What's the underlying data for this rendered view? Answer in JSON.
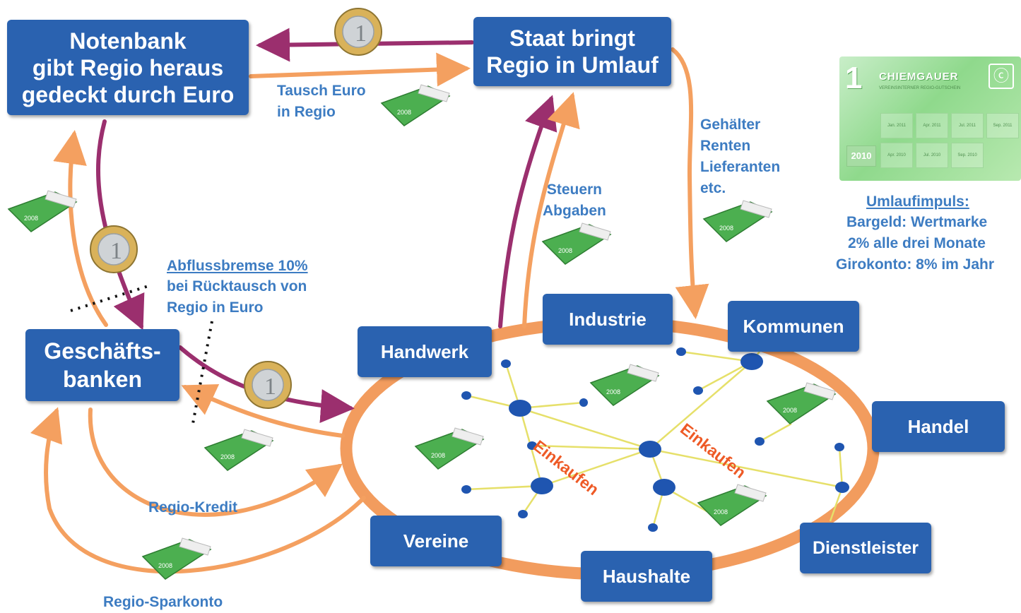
{
  "boxes": {
    "notenbank": "Notenbank\ngibt Regio heraus\ngedeckt durch Euro",
    "staat": "Staat bringt\nRegio in Umlauf",
    "geschaeftsbanken": "Geschäfts-\nbanken",
    "handwerk": "Handwerk",
    "industrie": "Industrie",
    "kommunen": "Kommunen",
    "handel": "Handel",
    "dienstleister": "Dienstleister",
    "haushalte": "Haushalte",
    "vereine": "Vereine"
  },
  "labels": {
    "tausch": "Tausch Euro\nin Regio",
    "gehaelter": "Gehälter\nRenten\nLieferanten\netc.",
    "steuern": "Steuern\nAbgaben",
    "abfluss_title": "Abflussbremse 10%",
    "abfluss_body": "bei Rücktausch von\nRegio in Euro",
    "regio_kredit": "Regio-Kredit",
    "regio_sparkonto": "Regio-Sparkonto",
    "einkaufen_1": "Einkaufen",
    "einkaufen_2": "Einkaufen"
  },
  "umlauf": {
    "title": "Umlaufimpuls:",
    "line1": "Bargeld: Wertmarke",
    "line2": "2% alle drei Monate",
    "line3": "Girokonto: 8% im Jahr"
  },
  "chiemgauer": {
    "denomination": "1",
    "name": "CHIEMGAUER",
    "subtitle": "VEREINSINTERNER REGIO-GUTSCHEIN",
    "year": "2010",
    "stamps_top": [
      "Jan. 2011",
      "Apr. 2011",
      "Jul. 2011",
      "Sep. 2011"
    ],
    "stamps_bottom": [
      "Apr. 2010",
      "Jul. 2010",
      "Sep. 2010"
    ]
  },
  "coin_value": "1",
  "bill_value": "2008",
  "colors": {
    "box_blue": "#2a62b0",
    "label_blue": "#3d7cc2",
    "orange_arrow": "#f4a060",
    "purple_arrow": "#9b2f6e",
    "ring_orange": "#f29c5e",
    "network_yellow": "#e6e06a",
    "node_blue": "#1f55b0",
    "einkaufen_red": "#ee5a26"
  }
}
